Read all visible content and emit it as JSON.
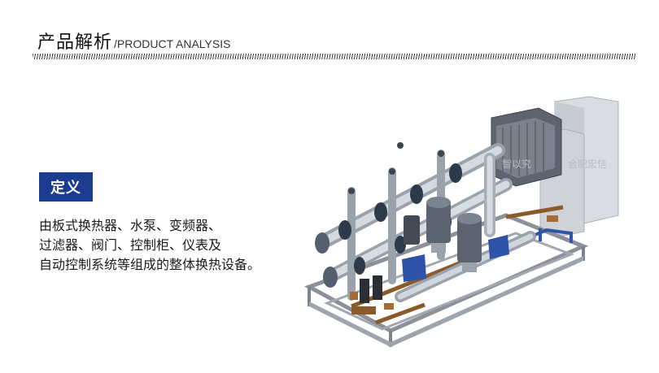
{
  "header": {
    "title_cn": "产品解析",
    "title_en": "/PRODUCT ANALYSIS"
  },
  "section": {
    "badge": "定义",
    "description_lines": [
      "由板式换热器、水泵、变频器、",
      "过滤器、阀门、控制柜、仪表及",
      "自动控制系统等组成的整体换热设备。"
    ]
  },
  "figure": {
    "watermarks": [
      "智以究",
      "合肥宏信"
    ]
  },
  "colors": {
    "badge_bg": "#1b3c8f",
    "frame_orange": "#8a5a2b",
    "pipe_steel": "#c6ccd3",
    "valve_blue": "#2f53a8",
    "cabinet_gray": "#cfd3d8"
  }
}
